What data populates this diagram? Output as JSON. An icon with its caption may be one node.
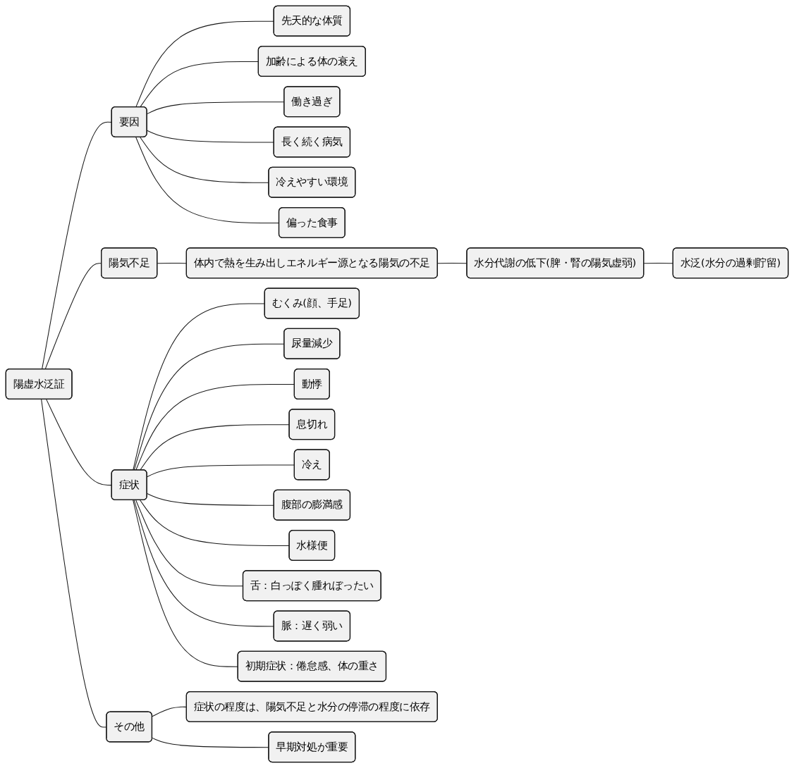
{
  "diagram": {
    "nodes": [
      {
        "text": [
          "陽虚水泛証"
        ]
      },
      {
        "text": [
          "要因"
        ]
      },
      {
        "text": [
          "先天的な体質"
        ]
      },
      {
        "text": [
          "加齢による体の衰え"
        ]
      },
      {
        "text": [
          "働き過ぎ"
        ]
      },
      {
        "text": [
          "長く続く病気"
        ]
      },
      {
        "text": [
          "冷えやすい環境"
        ]
      },
      {
        "text": [
          "偏った食事"
        ]
      },
      {
        "text": [
          "陽気不足"
        ]
      },
      {
        "text": [
          "体内で熱を生み出しエネルギー源となる陽気の不足"
        ]
      },
      {
        "text": [
          "水分代謝の低下(脾・腎の陽気虚弱)"
        ]
      },
      {
        "text": [
          "水泛(水分の過剰貯留)"
        ]
      },
      {
        "text": [
          "症状"
        ]
      },
      {
        "text": [
          "むくみ(顔、手足)"
        ]
      },
      {
        "text": [
          "尿量減少"
        ]
      },
      {
        "text": [
          "動悸"
        ]
      },
      {
        "text": [
          "息切れ"
        ]
      },
      {
        "text": [
          "冷え"
        ]
      },
      {
        "text": [
          "腹部の膨満感"
        ]
      },
      {
        "text": [
          "水様便"
        ]
      },
      {
        "text": [
          "舌：白っぽく腫れぼったい"
        ]
      },
      {
        "text": [
          "脈：遅く弱い"
        ]
      },
      {
        "text": [
          "初期症状：倦怠感、体の重さ"
        ]
      },
      {
        "text": [
          "その他"
        ]
      },
      {
        "text": [
          "症状の程度は、陽気不足と水分の停滞の程度に依存"
        ]
      },
      {
        "text": [
          "早期対処が重要"
        ]
      }
    ],
    "edges": [
      {
        "from": 0,
        "to": 1,
        "arrow": "none"
      },
      {
        "from": 1,
        "to": 2,
        "arrow": "none"
      },
      {
        "from": 1,
        "to": 3,
        "arrow": "none"
      },
      {
        "from": 1,
        "to": 4,
        "arrow": "none"
      },
      {
        "from": 1,
        "to": 5,
        "arrow": "none"
      },
      {
        "from": 1,
        "to": 6,
        "arrow": "none"
      },
      {
        "from": 1,
        "to": 7,
        "arrow": "none"
      },
      {
        "from": 0,
        "to": 8,
        "arrow": "none"
      },
      {
        "from": 8,
        "to": 9,
        "arrow": "none"
      },
      {
        "from": 9,
        "to": 10,
        "arrow": "none"
      },
      {
        "from": 10,
        "to": 11,
        "arrow": "none"
      },
      {
        "from": 0,
        "to": 12,
        "arrow": "none"
      },
      {
        "from": 12,
        "to": 13,
        "arrow": "none"
      },
      {
        "from": 12,
        "to": 14,
        "arrow": "none"
      },
      {
        "from": 12,
        "to": 15,
        "arrow": "none"
      },
      {
        "from": 12,
        "to": 16,
        "arrow": "none"
      },
      {
        "from": 12,
        "to": 17,
        "arrow": "none"
      },
      {
        "from": 12,
        "to": 18,
        "arrow": "none"
      },
      {
        "from": 12,
        "to": 19,
        "arrow": "none"
      },
      {
        "from": 12,
        "to": 20,
        "arrow": "none"
      },
      {
        "from": 12,
        "to": 21,
        "arrow": "none"
      },
      {
        "from": 12,
        "to": 22,
        "arrow": "none"
      },
      {
        "from": 0,
        "to": 23,
        "arrow": "none"
      },
      {
        "from": 23,
        "to": 24,
        "arrow": "none"
      },
      {
        "from": 23,
        "to": 25,
        "arrow": "none"
      }
    ]
  }
}
